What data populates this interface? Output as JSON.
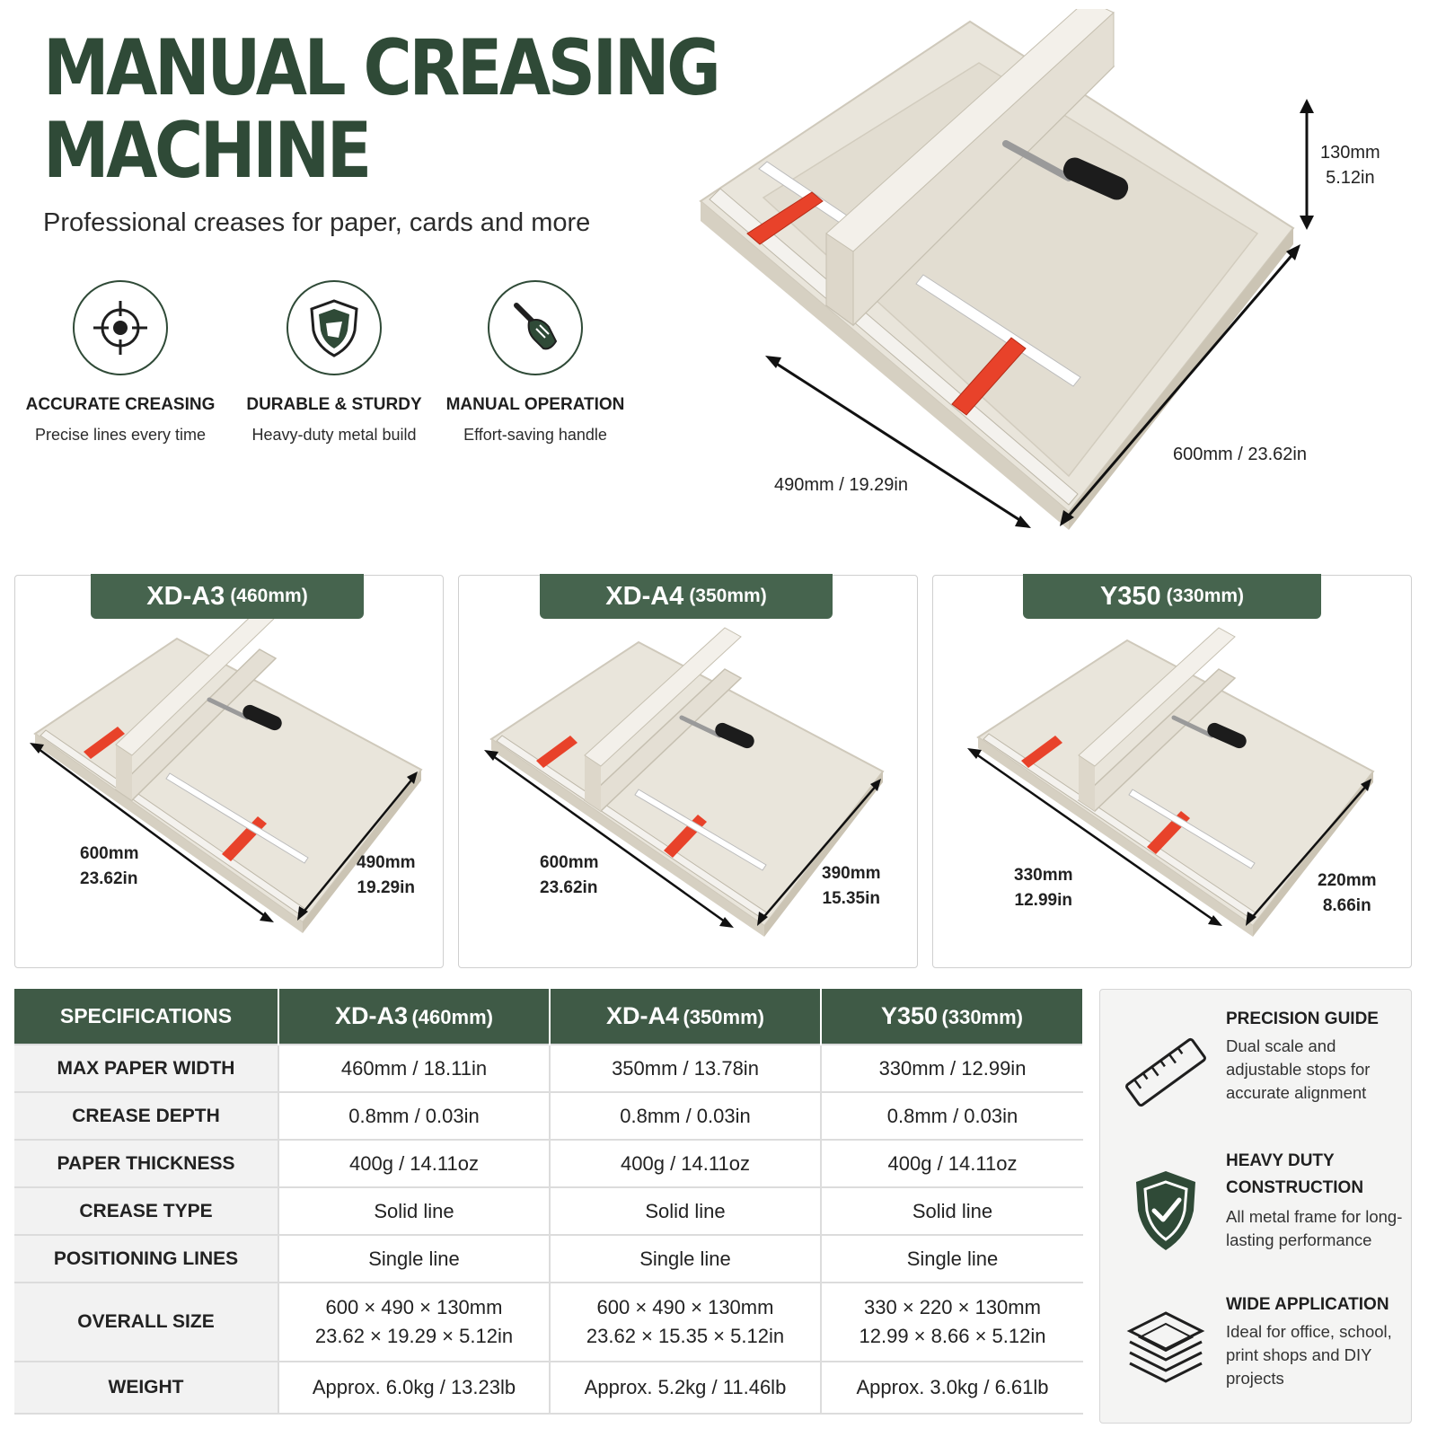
{
  "header": {
    "title_line1": "MANUAL CREASING",
    "title_line2": "MACHINE",
    "subtitle": "Professional creases for paper, cards and more"
  },
  "features": [
    {
      "icon": "crosshair-icon",
      "title": "ACCURATE CREASING",
      "desc": "Precise lines every time"
    },
    {
      "icon": "shield-icon",
      "title": "DURABLE & STURDY",
      "desc": "Heavy-duty metal build"
    },
    {
      "icon": "hand-handle-icon",
      "title": "MANUAL OPERATION",
      "desc": "Effort-saving handle"
    }
  ],
  "hero": {
    "height_mm": "130mm",
    "height_in": "5.12in",
    "length": "600mm / 23.62in",
    "width": "490mm / 19.29in"
  },
  "models": [
    {
      "name": "XD-A3",
      "size": "(460mm)",
      "dim1_mm": "600mm",
      "dim1_in": "23.62in",
      "dim2_mm": "490mm",
      "dim2_in": "19.29in"
    },
    {
      "name": "XD-A4",
      "size": "(350mm)",
      "dim1_mm": "600mm",
      "dim1_in": "23.62in",
      "dim2_mm": "390mm",
      "dim2_in": "15.35in"
    },
    {
      "name": "Y350",
      "size": "(330mm)",
      "dim1_mm": "330mm",
      "dim1_in": "12.99in",
      "dim2_mm": "220mm",
      "dim2_in": "8.66in"
    }
  ],
  "specs": {
    "header_label": "SPECIFICATIONS",
    "rows": [
      {
        "label": "MAX PAPER WIDTH",
        "values": [
          "460mm / 18.11in",
          "350mm / 13.78in",
          "330mm / 12.99in"
        ]
      },
      {
        "label": "CREASE DEPTH",
        "values": [
          "0.8mm / 0.03in",
          "0.8mm / 0.03in",
          "0.8mm / 0.03in"
        ]
      },
      {
        "label": "PAPER THICKNESS",
        "values": [
          "400g / 14.11oz",
          "400g / 14.11oz",
          "400g / 14.11oz"
        ]
      },
      {
        "label": "CREASE TYPE",
        "values": [
          "Solid line",
          "Solid line",
          "Solid line"
        ]
      },
      {
        "label": "POSITIONING LINES",
        "values": [
          "Single line",
          "Single line",
          "Single line"
        ]
      },
      {
        "label": "OVERALL SIZE",
        "values": [
          [
            "600 × 490 × 130mm",
            "23.62 × 19.29 × 5.12in"
          ],
          [
            "600 × 490 × 130mm",
            "23.62 × 15.35 × 5.12in"
          ],
          [
            "330 × 220 × 130mm",
            "12.99 × 8.66 × 5.12in"
          ]
        ]
      },
      {
        "label": "WEIGHT",
        "values": [
          "Approx. 6.0kg / 13.23lb",
          "Approx. 5.2kg / 11.46lb",
          "Approx. 3.0kg / 6.61lb"
        ]
      }
    ]
  },
  "side": [
    {
      "icon": "ruler-icon",
      "title": "PRECISION GUIDE",
      "desc": "Dual scale and adjustable stops for accurate alignment"
    },
    {
      "icon": "shield-check-icon",
      "title": "HEAVY DUTY CONSTRUCTION",
      "desc": "All metal frame for long-lasting performance"
    },
    {
      "icon": "paper-stack-icon",
      "title": "WIDE APPLICATION",
      "desc": "Ideal for office, school, print shops and DIY projects"
    }
  ],
  "colors": {
    "brand_green": "#2f4a37",
    "tab_green": "#46644e",
    "machine_body": "#e8e4da",
    "stop_red": "#e8422a"
  }
}
